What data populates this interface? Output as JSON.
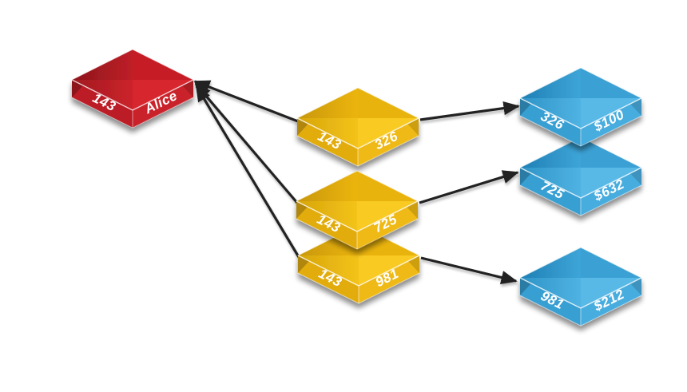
{
  "diagram": {
    "background_color": "#ffffff",
    "arrow_color": "#222222",
    "node_colors": {
      "person": "#c8202a",
      "edge": "#f0bb15",
      "order": "#3fa9dc"
    },
    "nodes": [
      {
        "id": "person-143",
        "kind": "vertex",
        "color": "red",
        "left_label": "143",
        "right_label": "Alice"
      },
      {
        "id": "edge-143-326",
        "kind": "edge",
        "color": "yellow",
        "left_label": "143",
        "right_label": "326"
      },
      {
        "id": "edge-143-725",
        "kind": "edge",
        "color": "yellow",
        "left_label": "143",
        "right_label": "725"
      },
      {
        "id": "edge-143-981",
        "kind": "edge",
        "color": "yellow",
        "left_label": "143",
        "right_label": "981"
      },
      {
        "id": "order-326",
        "kind": "vertex",
        "color": "blue",
        "left_label": "326",
        "right_label": "$100"
      },
      {
        "id": "order-725",
        "kind": "vertex",
        "color": "blue",
        "left_label": "725",
        "right_label": "$632"
      },
      {
        "id": "order-981",
        "kind": "vertex",
        "color": "blue",
        "left_label": "981",
        "right_label": "$212"
      }
    ],
    "connections": [
      {
        "from": "edge-143-326",
        "to": "person-143"
      },
      {
        "from": "edge-143-725",
        "to": "person-143"
      },
      {
        "from": "edge-143-981",
        "to": "person-143"
      },
      {
        "from": "edge-143-326",
        "to": "order-326"
      },
      {
        "from": "edge-143-725",
        "to": "order-725"
      },
      {
        "from": "edge-143-981",
        "to": "order-981"
      }
    ]
  }
}
